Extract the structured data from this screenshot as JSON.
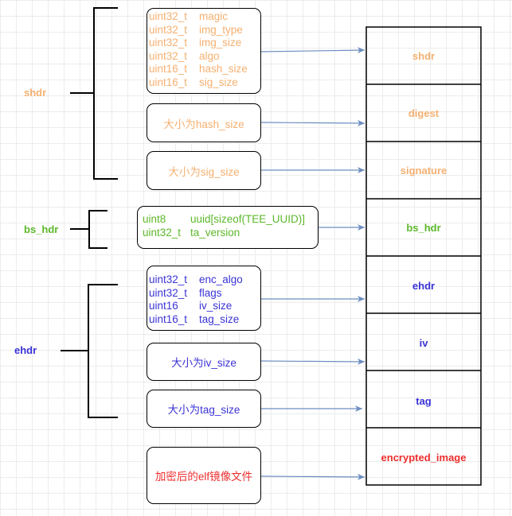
{
  "groups": {
    "shdr": "shdr",
    "bs_hdr": "bs_hdr",
    "ehdr": "ehdr"
  },
  "shdr_fields": [
    {
      "type": "uint32_t",
      "name": "magic"
    },
    {
      "type": "uint32_t",
      "name": "img_type"
    },
    {
      "type": "uint32_t",
      "name": "img_size"
    },
    {
      "type": "uint32_t",
      "name": "algo"
    },
    {
      "type": "uint16_t",
      "name": "hash_size"
    },
    {
      "type": "uint16_t",
      "name": "sig_size"
    }
  ],
  "digest_box": "大小为hash_size",
  "signature_box": "大小为sig_size",
  "bs_hdr_fields": [
    {
      "type": "uint8",
      "name": "uuid[sizeof(TEE_UUID)]"
    },
    {
      "type": "uint32_t",
      "name": "ta_version"
    }
  ],
  "ehdr_fields": [
    {
      "type": "uint32_t",
      "name": "enc_algo"
    },
    {
      "type": "uint32_t",
      "name": "flags"
    },
    {
      "type": "uint16",
      "name": "iv_size"
    },
    {
      "type": "uint16_t",
      "name": "tag_size"
    }
  ],
  "iv_box": "大小为iv_size",
  "tag_box": "大小为tag_size",
  "image_box": "加密后的elf镜像文件",
  "layout_cells": [
    "shdr",
    "digest",
    "signature",
    "bs_hdr",
    "ehdr",
    "iv",
    "tag",
    "encrypted_image"
  ],
  "colors": {
    "shdr": "#f5b070",
    "bs_hdr": "#5cb82a",
    "ehdr": "#3a33d6",
    "image": "#ee2e2e",
    "arrow": "#6c8ebf"
  }
}
